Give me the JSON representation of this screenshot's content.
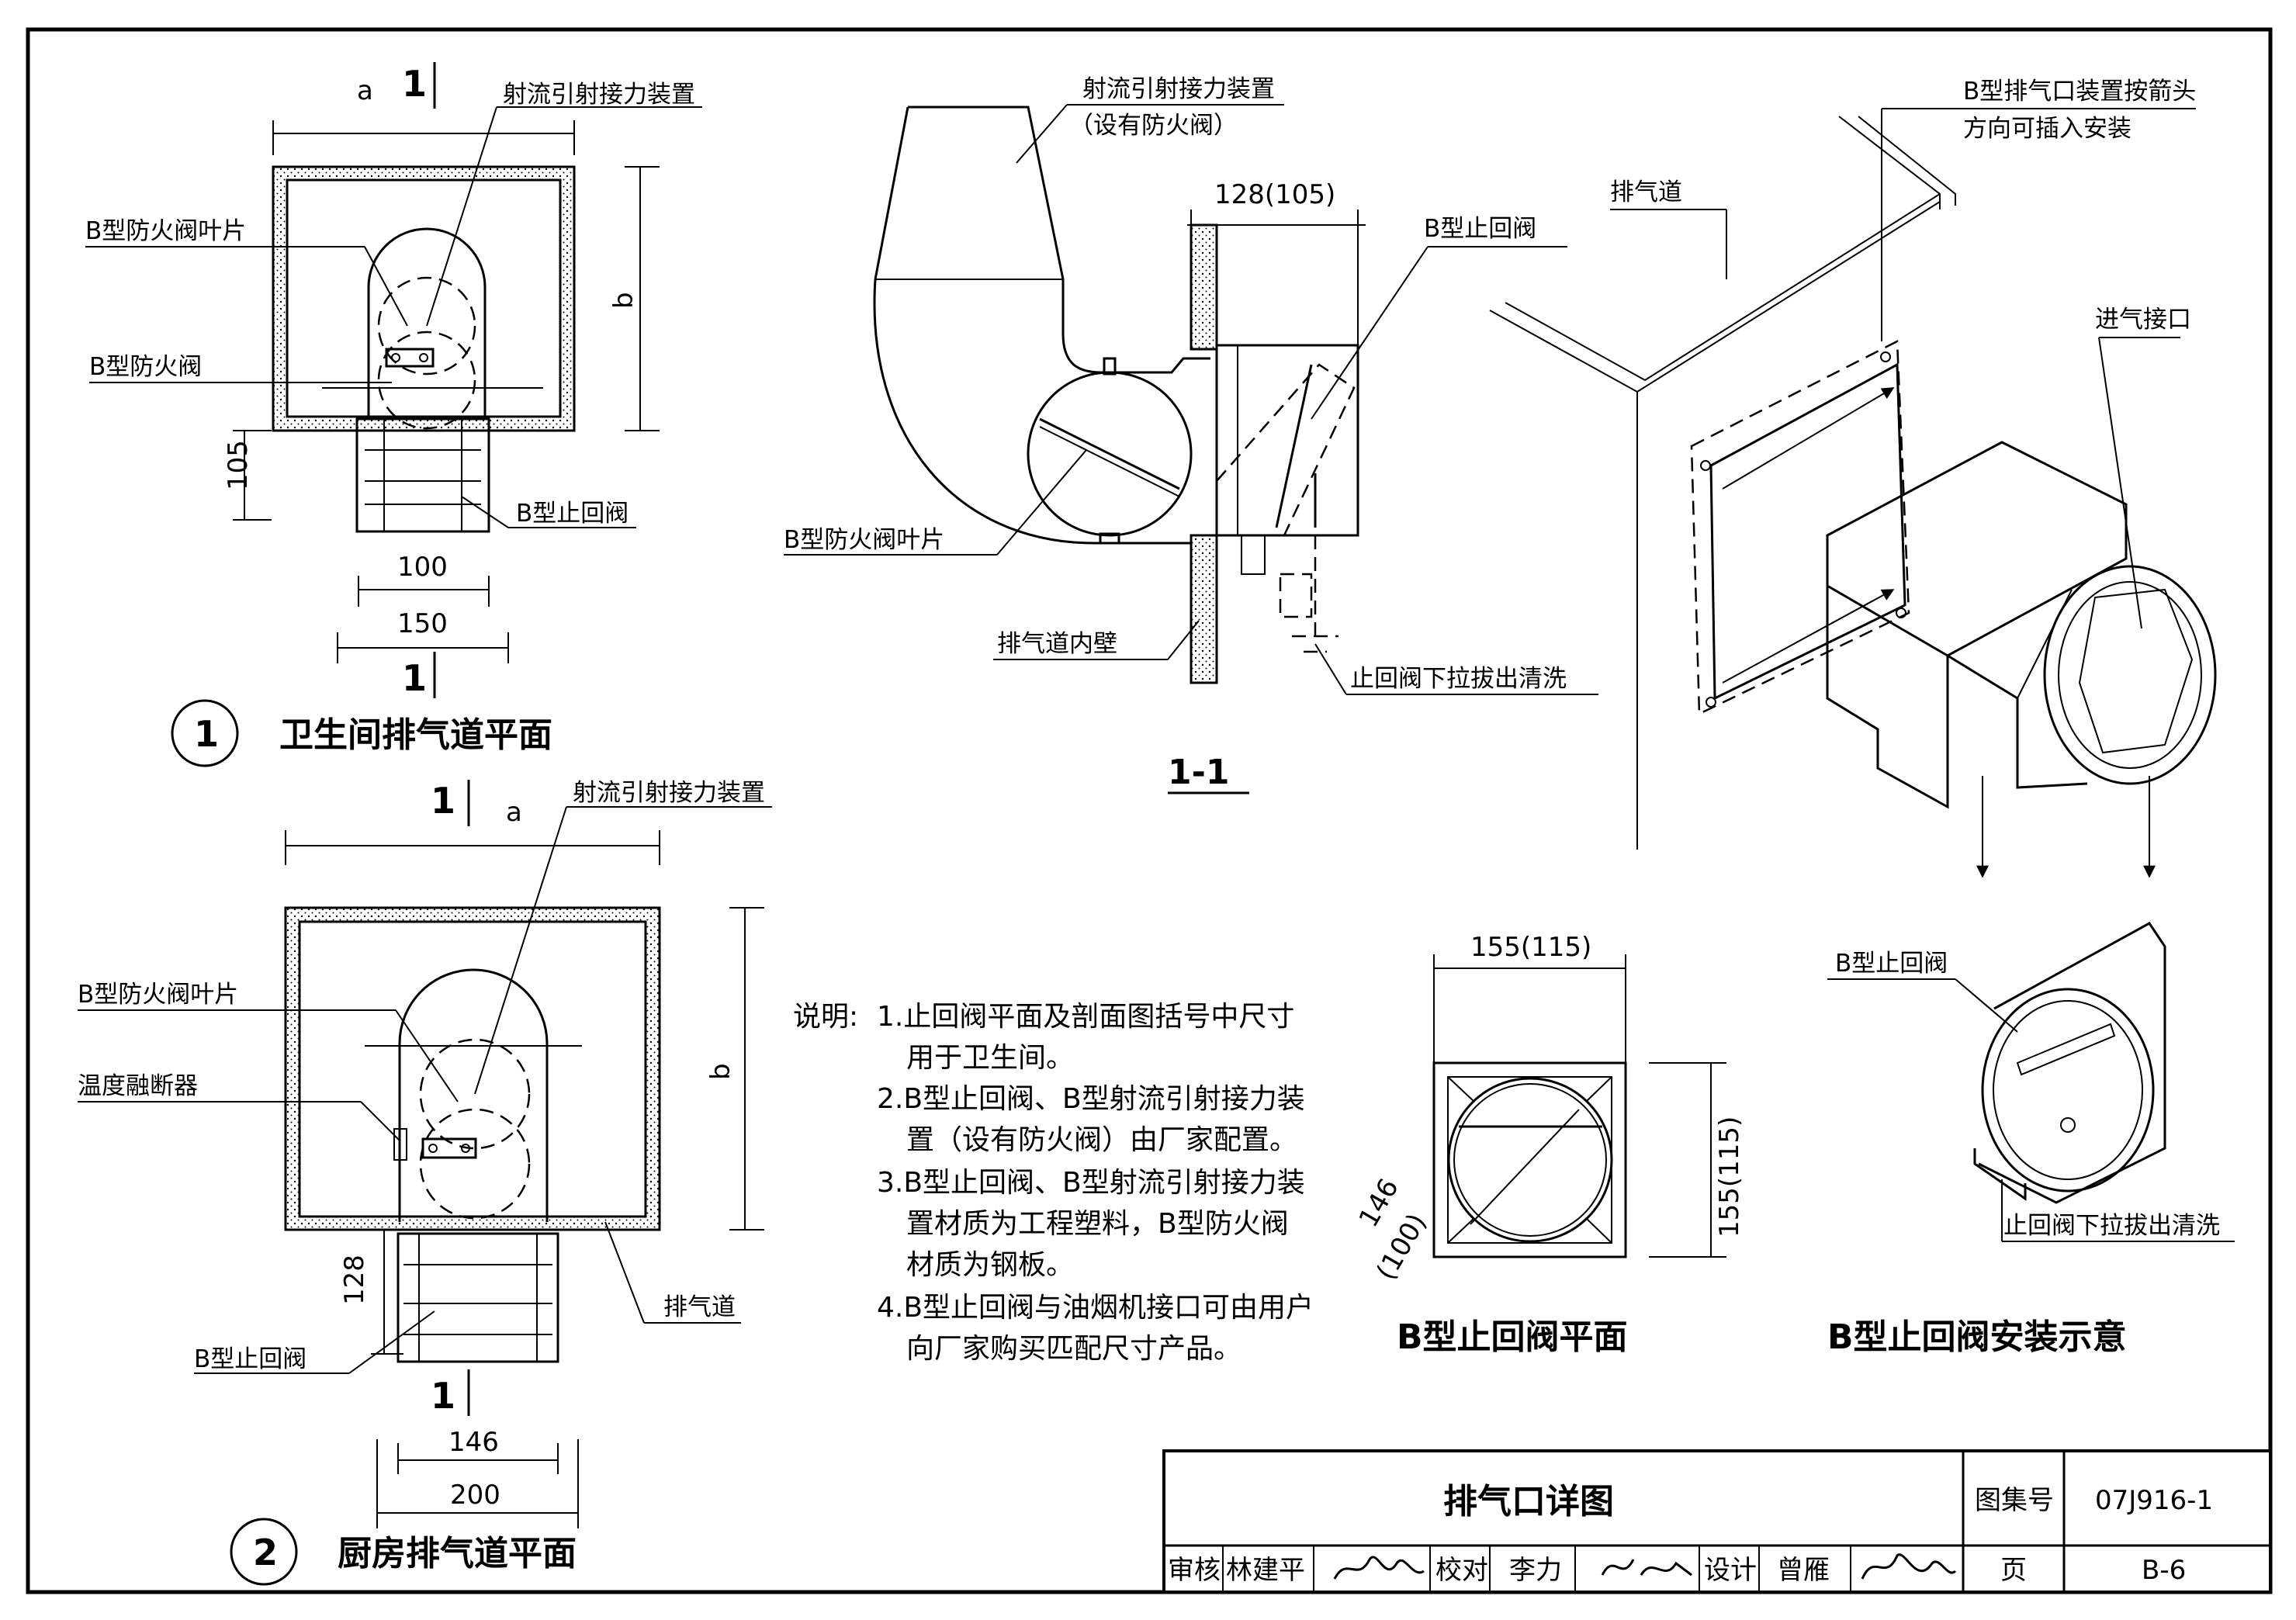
{
  "plan1": {
    "label_jet": "射流引射接力装置",
    "label_blade": "B型防火阀叶片",
    "label_fire_valve": "B型防火阀",
    "label_check_valve": "B型止回阀",
    "dim_a": "a",
    "dim_b": "b",
    "dim_105": "105",
    "dim_100": "100",
    "dim_150": "150",
    "cut_top": "1",
    "cut_bottom": "1",
    "index": "1",
    "title": "卫生间排气道平面"
  },
  "plan2": {
    "label_jet": "射流引射接力装置",
    "label_blade": "B型防火阀叶片",
    "label_fuse": "温度融断器",
    "label_check_valve": "B型止回阀",
    "label_duct": "排气道",
    "dim_a": "a",
    "dim_b": "b",
    "dim_128": "128",
    "dim_146": "146",
    "dim_200": "200",
    "cut_top": "1",
    "cut_bottom": "1",
    "index": "2",
    "title": "厨房排气道平面"
  },
  "section": {
    "label_jet": "射流引射接力装置",
    "label_jet_note": "（设有防火阀）",
    "dim_128": "128(105)",
    "label_check_valve": "B型止回阀",
    "label_blade": "B型防火阀叶片",
    "label_inner_wall": "排气道内壁",
    "label_pull": "止回阀下拉拔出清洗",
    "title": "1-1"
  },
  "iso": {
    "label_arrow_1": "B型排气口装置按箭头",
    "label_arrow_2": "方向可插入安装",
    "label_duct": "排气道",
    "label_inlet": "进气接口"
  },
  "check_plan": {
    "dim_155_top": "155(115)",
    "dim_155_side": "155(115)",
    "dim_146": "146",
    "dim_100": "(100)",
    "title": "B型止回阀平面"
  },
  "check_install": {
    "label_valve": "B型止回阀",
    "label_pull": "止回阀下拉拔出清洗",
    "title": "B型止回阀安装示意"
  },
  "notes": {
    "heading": "说明:",
    "lines": [
      "1.止回阀平面及剖面图括号中尺寸",
      "用于卫生间。",
      "2.B型止回阀、B型射流引射接力装",
      "置（设有防火阀）由厂家配置。",
      "3.B型止回阀、B型射流引射接力装",
      "置材质为工程塑料，B型防火阀",
      "材质为钢板。",
      "4.B型止回阀与油烟机接口可由用户",
      "向厂家购买匹配尺寸产品。"
    ]
  },
  "title_block": {
    "drawing_title": "排气口详图",
    "atlas_label": "图集号",
    "atlas_no": "07J916-1",
    "review_label": "审核",
    "reviewer": "林建平",
    "check_label": "校对",
    "checker": "李力",
    "design_label": "设计",
    "designer": "曾雁",
    "page_label": "页",
    "page_no": "B-6"
  }
}
